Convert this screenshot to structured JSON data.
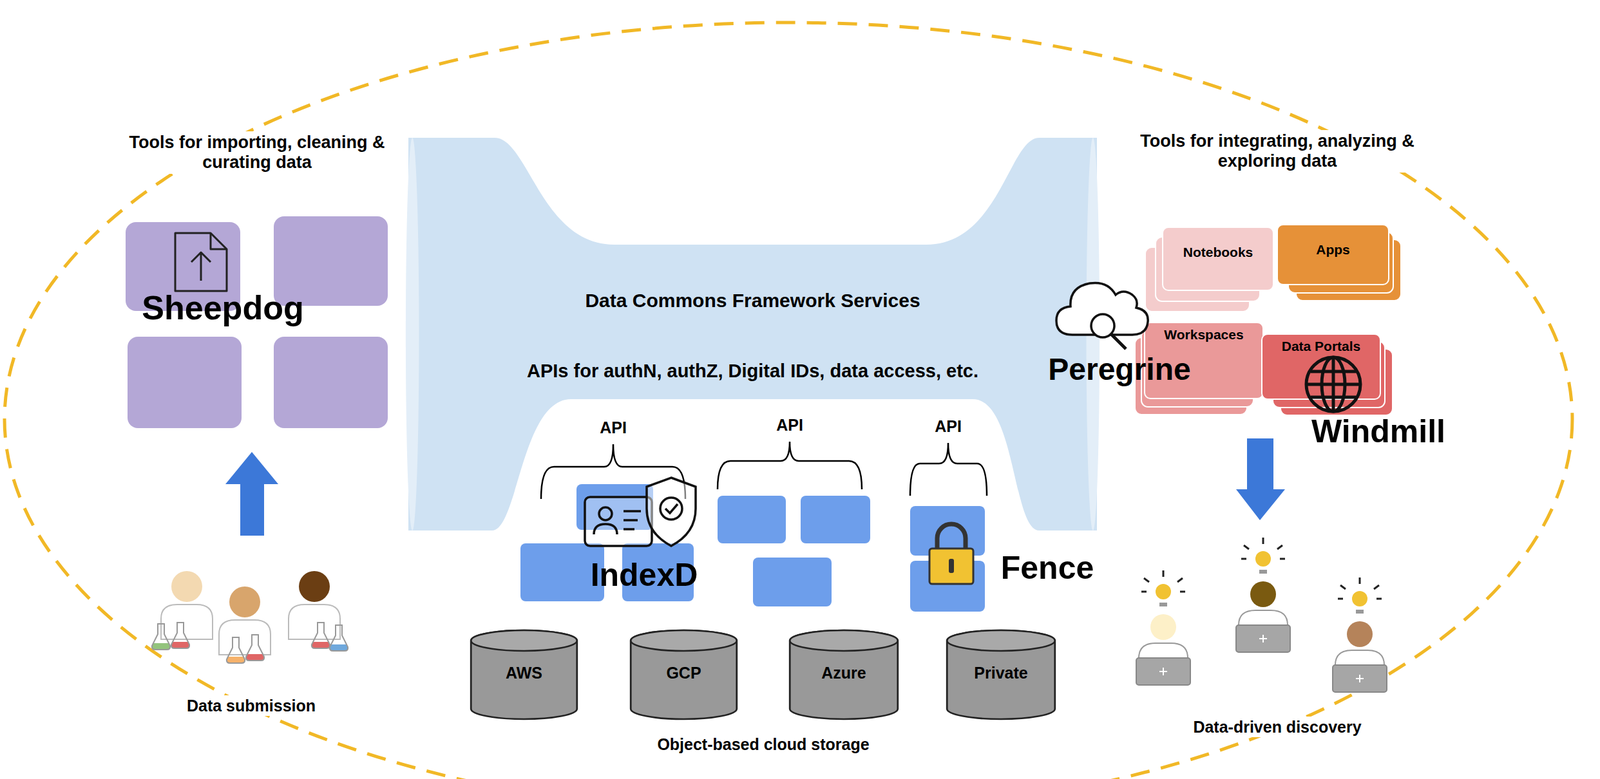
{
  "diagram": {
    "nodes": [
      {
        "text": [
          "Data Commons Framework Services",
          "APIs for authN, authZ, Digital IDs, data access, etc."
        ]
      },
      {
        "text": [
          "AWS"
        ]
      },
      {
        "text": [
          "GCP"
        ]
      },
      {
        "text": [
          "Azure"
        ]
      },
      {
        "text": [
          "Private"
        ]
      },
      {
        "text": [
          "Notebooks"
        ]
      },
      {
        "text": [
          "Apps"
        ]
      },
      {
        "text": [
          "Workspaces"
        ]
      },
      {
        "text": [
          "Data Portals"
        ]
      }
    ],
    "labels": [
      "Tools for importing, cleaning & curating data",
      "Sheepdog",
      "Data submission",
      "API",
      "API",
      "API",
      "IndexD",
      "Fence",
      "Object-based cloud storage",
      "Tools for integrating, analyzing & exploring data",
      "Peregrine",
      "Windmill",
      "Data-driven discovery"
    ]
  }
}
